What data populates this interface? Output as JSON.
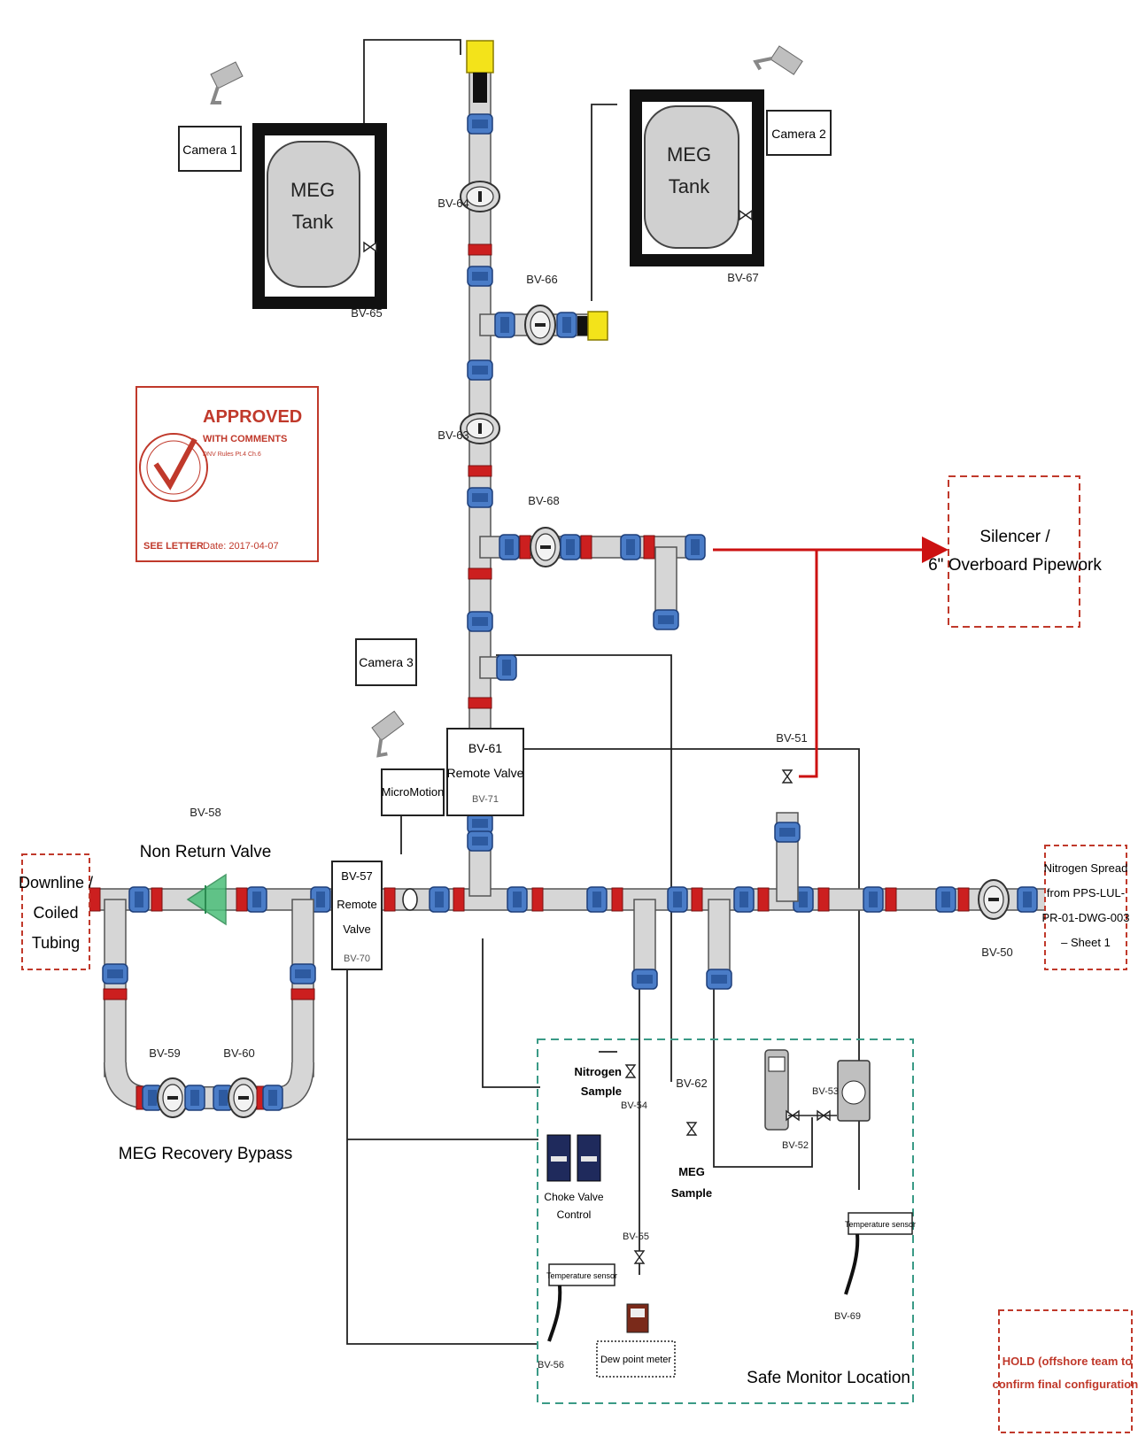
{
  "cameras": {
    "c1": "Camera 1",
    "c2": "Camera 2",
    "c3": "Camera 3"
  },
  "tanks": {
    "tank1": [
      "MEG",
      "Tank"
    ],
    "tank2": [
      "MEG",
      "Tank"
    ]
  },
  "valves": {
    "bv50": "BV-50",
    "bv51": "BV-51",
    "bv52": "BV-52",
    "bv53": "BV-53",
    "bv54": "BV-54",
    "bv55": "BV-55",
    "bv56": "BV-56",
    "bv58": "BV-58",
    "bv59": "BV-59",
    "bv60": "BV-60",
    "bv62": "BV-62",
    "bv63": "BV-63",
    "bv64": "BV-64",
    "bv65": "BV-65",
    "bv66": "BV-66",
    "bv67": "BV-67",
    "bv68": "BV-68",
    "bv69": "BV-69"
  },
  "boxes": {
    "remote61": [
      "BV-61",
      "Remote Valve",
      "BV-71"
    ],
    "remote57": [
      "BV-57",
      "Remote",
      "Valve",
      "BV-70"
    ],
    "micromotion": "MicroMotion"
  },
  "labels": {
    "non_return": "Non Return Valve",
    "recovery_bypass": "MEG Recovery Bypass",
    "downline": [
      "Downline /",
      "Coiled",
      "Tubing"
    ],
    "silencer": [
      "Silencer /",
      "6\" Overboard Pipework"
    ],
    "nitrogen_spread": [
      "Nitrogen Spread",
      "from PPS-LUL-",
      "PR-01-DWG-003",
      "– Sheet 1"
    ],
    "nitrogen_sample": [
      "Nitrogen",
      "Sample"
    ],
    "meg_sample": [
      "MEG",
      "Sample"
    ],
    "choke": [
      "Choke Valve",
      "Control"
    ],
    "temp_sensor": "Temperature sensor",
    "dew_point": "Dew point meter",
    "safe_monitor": "Safe Monitor Location",
    "hold": [
      "HOLD (offshore team to",
      "confirm final configuration)"
    ]
  },
  "stamp": {
    "status": "APPROVED",
    "sub": "WITH COMMENTS",
    "rules": "DNV Rules Pt.4 Ch.6",
    "see": "SEE LETTER",
    "date": "Date:  2017-04-07"
  },
  "colors": {
    "pipe": "#d6d6d6",
    "fitting": "#4a7cc7",
    "red": "#cc1f1f",
    "line": "#222222",
    "flow": "#cc1111",
    "dash_red": "#c0392b",
    "dash_green": "#3a9a86",
    "nrv": "#4cbf7a",
    "yellow": "#f3e31a"
  }
}
